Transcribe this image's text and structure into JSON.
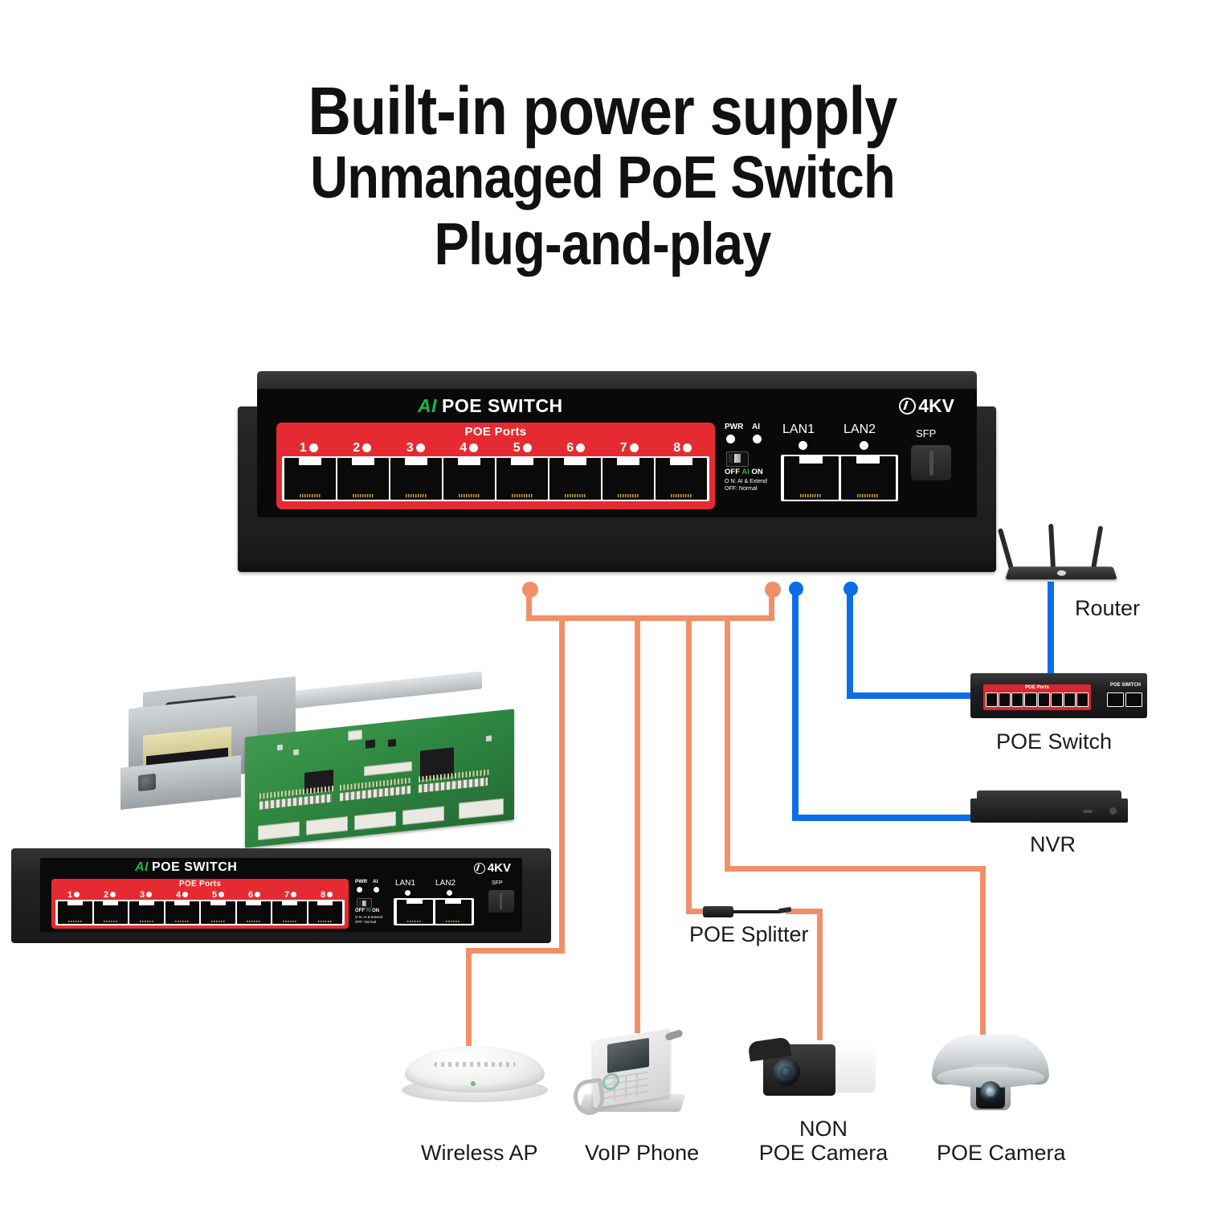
{
  "headline": {
    "line1": "Built-in power supply",
    "line2": "Unmanaged PoE Switch",
    "line3": "Plug-and-play"
  },
  "switch_panel": {
    "brand_ai": "AI",
    "brand_rest": "POE SWITCH",
    "surge_rating": "4KV",
    "poe_ports_label": "POE Ports",
    "port_numbers": [
      "1",
      "2",
      "3",
      "4",
      "5",
      "6",
      "7",
      "8"
    ],
    "led_pwr": "PWR",
    "led_ai": "AI",
    "dip_off": "OFF",
    "dip_ai": "AI",
    "dip_on": "ON",
    "dip_note_line1": "O N: AI & Extend",
    "dip_note_line2": "OFF: Normal",
    "lan1": "LAN1",
    "lan2": "LAN2",
    "sfp": "SFP"
  },
  "small_switch_graphic": {
    "poe_ports_label": "POE Ports",
    "name_label": "POE SWITCH"
  },
  "device_labels": {
    "router": "Router",
    "poe_switch": "POE Switch",
    "nvr": "NVR",
    "poe_splitter": "POE Splitter",
    "wireless_ap": "Wireless AP",
    "voip_phone": "VoIP Phone",
    "non_poe_camera_line1": "NON",
    "non_poe_camera_line2": "POE Camera",
    "poe_camera": "POE Camera"
  },
  "colors": {
    "poe_cable": "#F0906B",
    "data_cable": "#0B6EE8",
    "panel_red": "#E52B31",
    "brand_green": "#18B848",
    "chassis_black": "#1d1d1f"
  }
}
